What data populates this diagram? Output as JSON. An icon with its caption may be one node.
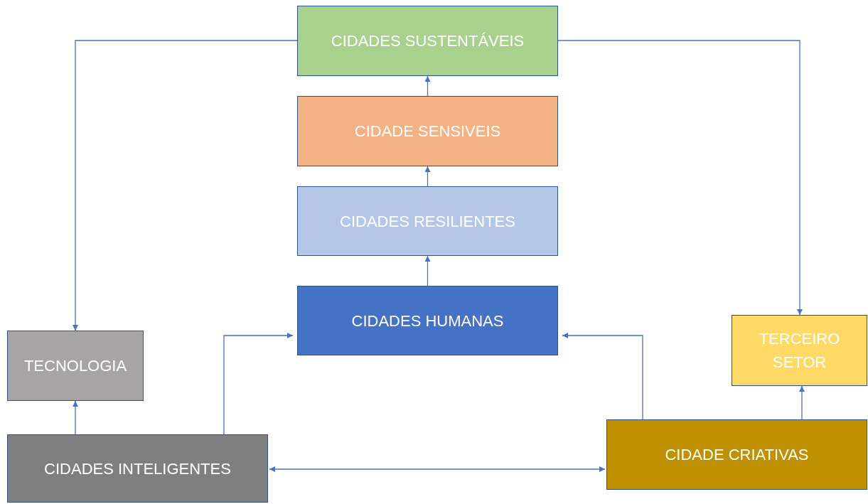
{
  "diagram": {
    "nodes": [
      {
        "text": [
          "CIDADES SUSTENTÁVEIS"
        ]
      },
      {
        "text": [
          "CIDADE SENSIVEIS"
        ]
      },
      {
        "text": [
          "CIDADES RESILIENTES"
        ]
      },
      {
        "text": [
          "CIDADES HUMANAS"
        ]
      },
      {
        "text": [
          "TECNOLOGIA"
        ]
      },
      {
        "text": [
          "TERCEIRO SETOR"
        ]
      },
      {
        "text": [
          "CIDADES INTELIGENTES"
        ]
      },
      {
        "text": [
          "CIDADE CRIATIVAS"
        ]
      }
    ],
    "edges": [
      {
        "from": 3,
        "to": 2,
        "arrow": "to"
      },
      {
        "from": 2,
        "to": 1,
        "arrow": "to"
      },
      {
        "from": 1,
        "to": 0,
        "arrow": "to"
      },
      {
        "from": 0,
        "to": 4,
        "arrow": "to"
      },
      {
        "from": 0,
        "to": 5,
        "arrow": "to"
      },
      {
        "from": 6,
        "to": 4,
        "arrow": "to"
      },
      {
        "from": 6,
        "to": 3,
        "arrow": "to"
      },
      {
        "from": 7,
        "to": 3,
        "arrow": "to"
      },
      {
        "from": 7,
        "to": 5,
        "arrow": "to"
      },
      {
        "from": 6,
        "to": 7,
        "arrow": "both"
      }
    ]
  }
}
